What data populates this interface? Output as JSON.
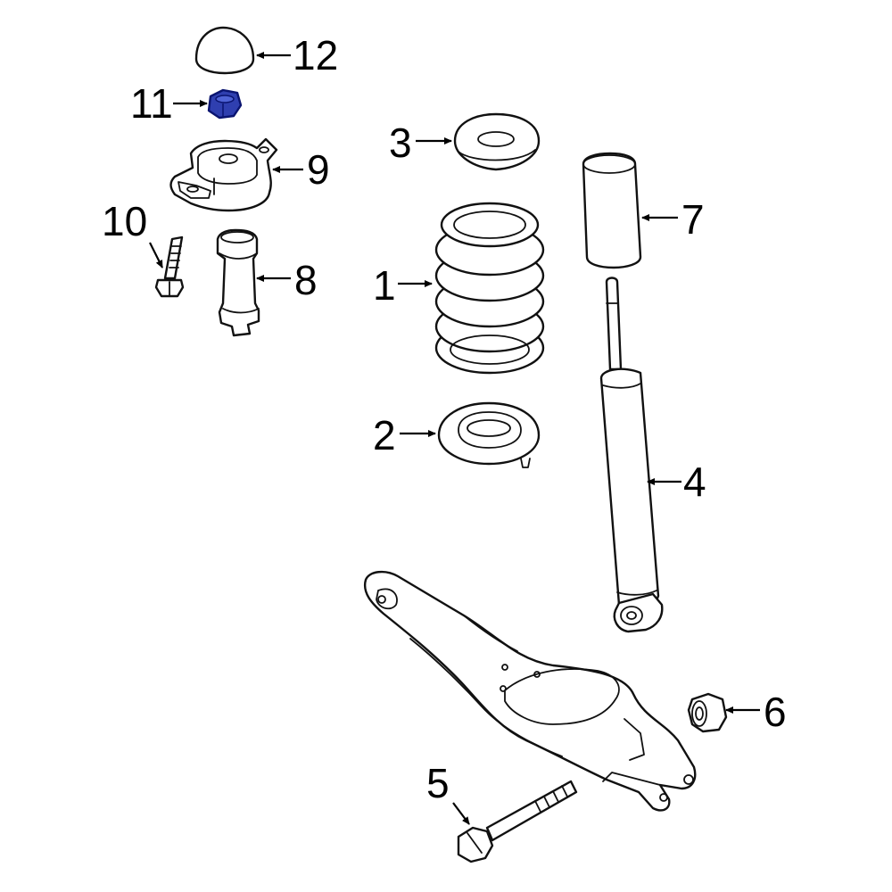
{
  "colors": {
    "line": "#111111",
    "background": "#ffffff",
    "highlight_fill": "#2f3fb0",
    "highlight_stroke": "#0a1470"
  },
  "highlighted_part": "11",
  "callouts": {
    "c1": "1",
    "c2": "2",
    "c3": "3",
    "c4": "4",
    "c5": "5",
    "c6": "6",
    "c7": "7",
    "c8": "8",
    "c9": "9",
    "c10": "10",
    "c11": "11",
    "c12": "12"
  }
}
